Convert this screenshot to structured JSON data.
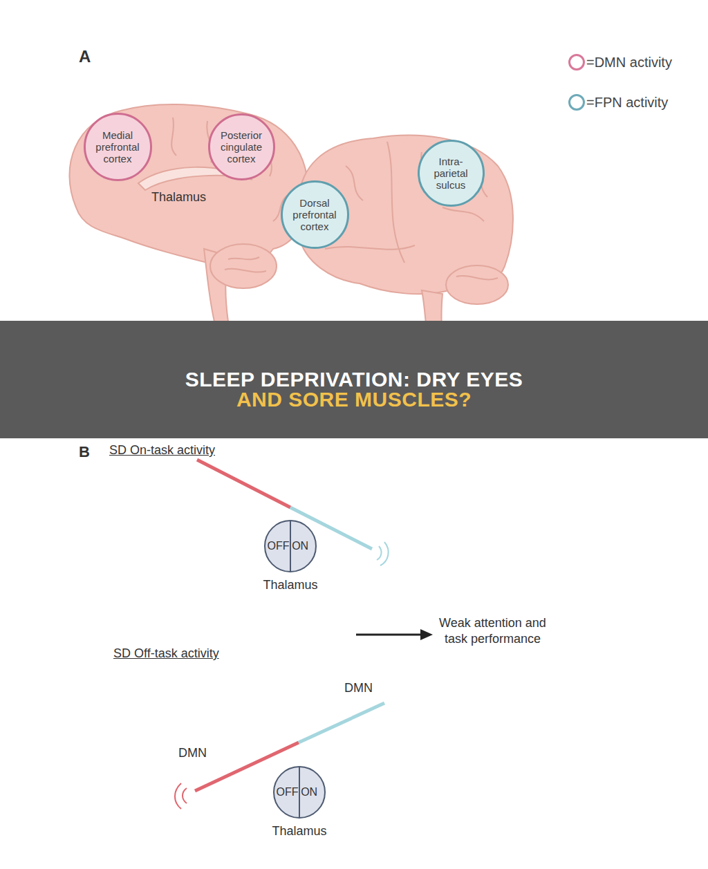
{
  "diagram": {
    "title": "SLEEP DEPRIVATION: DRY EYES",
    "caption": "AND SORE MUSCLES?",
    "nodes": [
      {
        "text": [
          "Medial prefrontal cortex"
        ]
      },
      {
        "text": [
          "Posterior cingulate cortex"
        ]
      },
      {
        "text": [
          "Dorsal prefrontal cortex"
        ]
      },
      {
        "text": [
          "Intra-parietal sulcus"
        ]
      },
      {
        "text": [
          "OFF",
          "ON",
          "Thalamus"
        ]
      },
      {
        "text": [
          "OFF",
          "ON",
          "Thalamus"
        ]
      }
    ],
    "labels": [
      "A",
      "Thalamus",
      "B",
      "SD On-task activity",
      "SD Off-task activity",
      "Weak attention and task performance",
      "DMN",
      "DMN"
    ],
    "legend": [
      {
        "text": "=DMN activity",
        "color": "#d9789a"
      },
      {
        "text": "=FPN activity",
        "color": "#6eaab8"
      }
    ]
  }
}
